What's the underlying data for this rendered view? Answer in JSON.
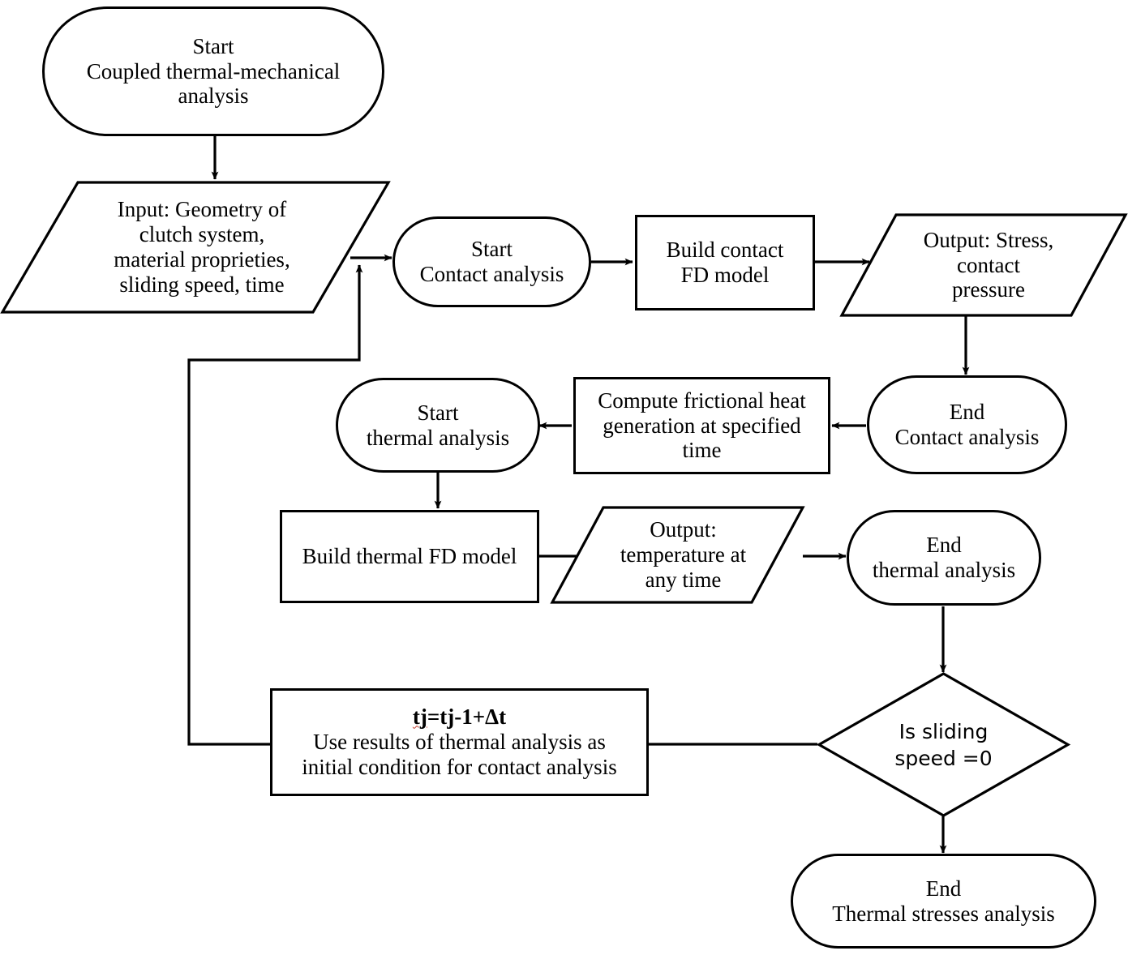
{
  "diagram": {
    "title": "Coupled thermal-mechanical analysis flowchart",
    "colors": {
      "stroke": "#000000",
      "fill": "#ffffff",
      "text": "#000000",
      "spellcheck_underline": "#c0392b"
    },
    "nodes": {
      "start_coupled": {
        "shape": "terminator",
        "label": "Start\nCoupled thermal-mechanical\nanalysis"
      },
      "input_geometry": {
        "shape": "parallelogram",
        "label": "Input: Geometry of\nclutch system,\nmaterial proprieties,\nsliding speed, time"
      },
      "start_contact": {
        "shape": "terminator",
        "label": "Start\nContact analysis"
      },
      "build_contact_fd": {
        "shape": "process",
        "label": "Build contact\nFD model"
      },
      "output_stress": {
        "shape": "parallelogram",
        "label": "Output: Stress,\ncontact\npressure"
      },
      "end_contact": {
        "shape": "terminator",
        "label": "End\nContact analysis"
      },
      "compute_heat": {
        "shape": "process",
        "label": "Compute frictional heat\ngeneration at specified\ntime"
      },
      "start_thermal": {
        "shape": "terminator",
        "label": "Start\nthermal analysis"
      },
      "build_thermal_fd": {
        "shape": "process",
        "label": "Build thermal FD model"
      },
      "output_temperature": {
        "shape": "parallelogram",
        "label": "Output:\ntemperature at\nany time"
      },
      "end_thermal": {
        "shape": "terminator",
        "label": "End\nthermal analysis"
      },
      "decision_sliding_speed": {
        "shape": "diamond",
        "label": "Is sliding\nspeed =0"
      },
      "update_time_step": {
        "shape": "process",
        "formula": "tj=tj-1+Δt",
        "formula_spell_token": "tj",
        "label": "Use results of thermal analysis as\ninitial condition for contact analysis"
      },
      "end_thermal_stresses": {
        "shape": "terminator",
        "label": "End\nThermal stresses analysis"
      }
    },
    "edges": [
      {
        "from": "start_coupled",
        "to": "input_geometry",
        "arrow": true
      },
      {
        "from": "input_geometry",
        "to": "start_contact",
        "arrow": true
      },
      {
        "from": "start_contact",
        "to": "build_contact_fd",
        "arrow": true
      },
      {
        "from": "build_contact_fd",
        "to": "output_stress",
        "arrow": true
      },
      {
        "from": "output_stress",
        "to": "end_contact",
        "arrow": true
      },
      {
        "from": "end_contact",
        "to": "compute_heat",
        "arrow": true
      },
      {
        "from": "compute_heat",
        "to": "start_thermal",
        "arrow": true
      },
      {
        "from": "start_thermal",
        "to": "build_thermal_fd",
        "arrow": true
      },
      {
        "from": "build_thermal_fd",
        "to": "output_temperature",
        "arrow": true
      },
      {
        "from": "output_temperature",
        "to": "end_thermal",
        "arrow": true
      },
      {
        "from": "end_thermal",
        "to": "decision_sliding_speed",
        "arrow": true
      },
      {
        "from": "decision_sliding_speed",
        "to": "update_time_step",
        "arrow": false
      },
      {
        "from": "update_time_step",
        "to": "start_contact",
        "arrow": true
      },
      {
        "from": "decision_sliding_speed",
        "to": "end_thermal_stresses",
        "arrow": true
      }
    ]
  }
}
